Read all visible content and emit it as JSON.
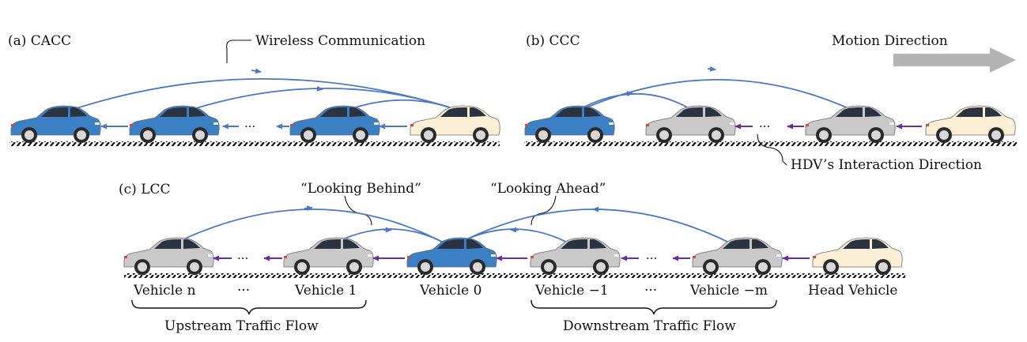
{
  "panels": {
    "a": {
      "title": "(a) CACC",
      "callout": "Wireless Communication"
    },
    "b": {
      "title": "(b) CCC",
      "motion_label": "Motion Direction",
      "callout": "HDV’s Interaction Direction"
    },
    "c": {
      "title": "(c) LCC",
      "callout_behind": "“Looking Behind”",
      "callout_ahead": "“Looking Ahead”",
      "vehicle_labels": {
        "vehicle_n": "Vehicle n",
        "dots_left": "···",
        "vehicle_1": "Vehicle 1",
        "vehicle_0": "Vehicle 0",
        "vehicle_m1": "Vehicle −1",
        "dots_right": "···",
        "vehicle_mm": "Vehicle −m",
        "head": "Head Vehicle"
      },
      "upstream_label": "Upstream Traffic Flow",
      "downstream_label": "Downstream Traffic Flow"
    }
  },
  "ellipsis": "···",
  "colors": {
    "cav_blue": "#3b7fc4",
    "hdv_gray": "#c9c9c9",
    "head_cream": "#fbefd6",
    "comm_arc": "#4a78c2",
    "hdv_arrow": "#6a2e9a",
    "motion_arrow": "#b3b3b3"
  },
  "icons": {
    "car": "car-icon",
    "motion_arrow": "right-arrow-icon"
  }
}
